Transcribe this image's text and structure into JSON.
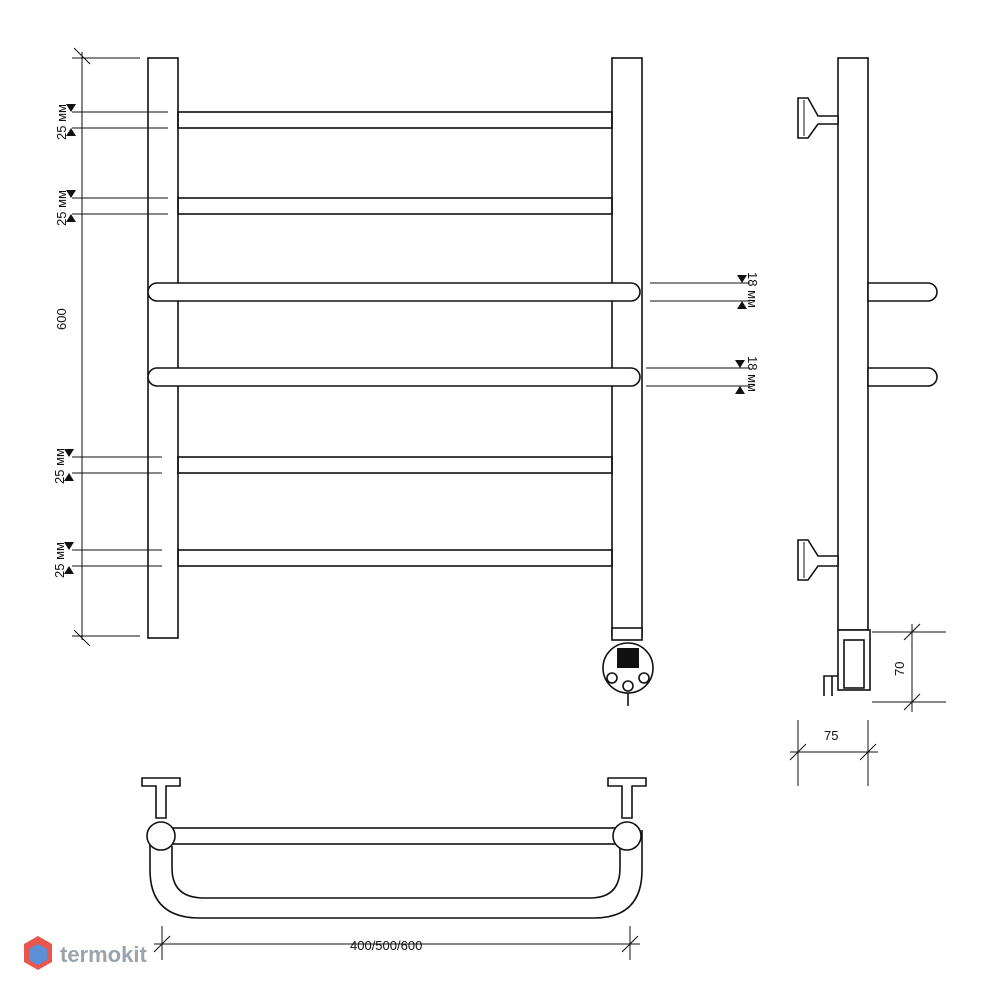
{
  "dimensions": {
    "gap_top_1": "25 мм",
    "gap_top_2": "25 мм",
    "height": "600",
    "gap_bottom_1": "25 мм",
    "gap_bottom_2": "25 мм",
    "bar_diameter_1": "18 мм",
    "bar_diameter_2": "18 мм",
    "box_height": "70",
    "wall_offset": "75",
    "width": "400/500/600"
  },
  "brand": {
    "name": "termokit",
    "color": "#9aa3ad"
  }
}
